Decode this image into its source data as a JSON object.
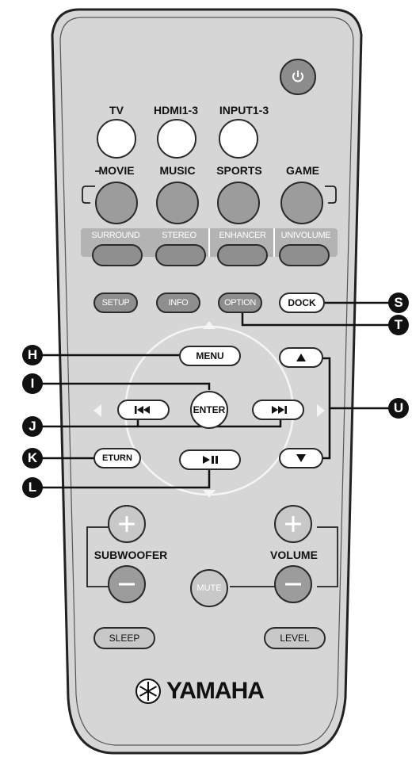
{
  "source_labels": {
    "tv": "TV",
    "hdmi": "HDMI1-3",
    "input": "INPUT1-3"
  },
  "mode_labels": {
    "movie": "MOVIE",
    "music": "MUSIC",
    "sports": "SPORTS",
    "game": "GAME"
  },
  "panel_labels": {
    "surround": "SURROUND",
    "stereo": "STEREO",
    "enhancer": "ENHANCER",
    "univolume": "UNIVOLUME"
  },
  "buttons": {
    "setup": "SETUP",
    "info": "INFO",
    "option": "OPTION",
    "dock": "DOCK",
    "menu": "MENU",
    "enter": "ENTER",
    "return": "ETURN",
    "mute": "MUTE",
    "sleep": "SLEEP",
    "level": "LEVEL"
  },
  "group_labels": {
    "subwoofer": "SUBWOOFER",
    "volume": "VOLUME"
  },
  "brand": "YAMAHA",
  "callouts": {
    "s": "S",
    "t": "T",
    "h": "H",
    "i": "I",
    "j": "J",
    "k": "K",
    "l": "L",
    "u": "U"
  },
  "colors": {
    "body": "#d6d6d6",
    "button_grey": "#9c9c9c",
    "power": "#8c8c8c",
    "callout": "#111111"
  }
}
